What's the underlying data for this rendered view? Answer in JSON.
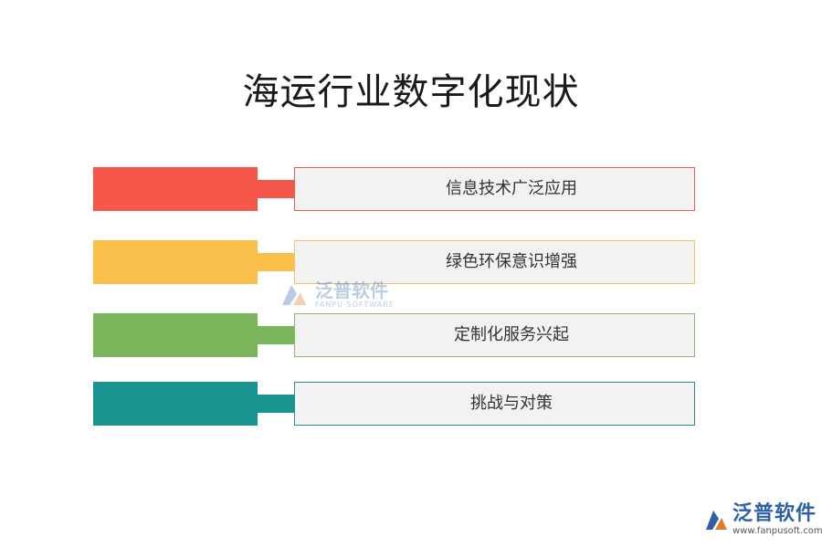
{
  "title": "海运行业数字化现状",
  "items": [
    {
      "label": "信息技术广泛应用",
      "color": "#f5584a",
      "border": "#e0614f"
    },
    {
      "label": "绿色环保意识增强",
      "color": "#f9bf4a",
      "border": "#f0c366"
    },
    {
      "label": "定制化服务兴起",
      "color": "#7ab55c",
      "border": "#8ab96a"
    },
    {
      "label": "挑战与对策",
      "color": "#1a9491",
      "border": "#2a8f8c"
    }
  ],
  "watermark": {
    "name": "泛普软件",
    "subtitle": "FANPU SOFTWARE"
  },
  "brand": {
    "name": "泛普软件",
    "url": "www.fanpusoft.com"
  }
}
